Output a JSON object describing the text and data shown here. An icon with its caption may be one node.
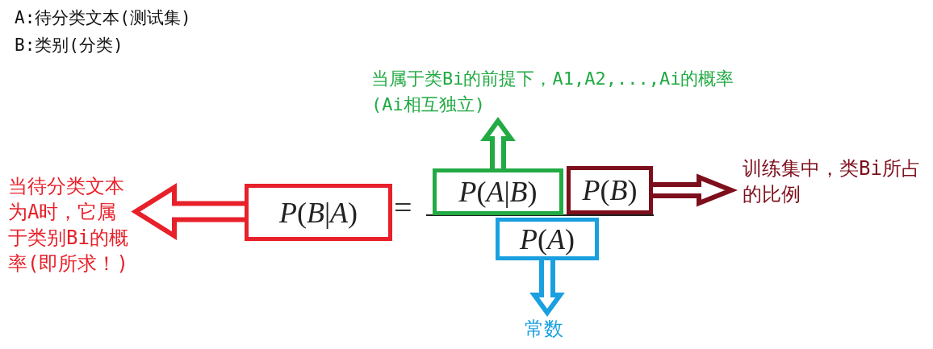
{
  "diagram": {
    "nodes": [
      {
        "text": [
          "*P*(*B*|*A*)"
        ]
      },
      {
        "text": [
          "当待分类文本为A时，它属于类别Bi的概率(即所求！)"
        ]
      },
      {
        "text": [
          "*P*(*A*|*B*)"
        ]
      },
      {
        "text": [
          "当属于类Bi的前提下，A1,A2,...,Ai的概率(Ai相互独立)"
        ]
      },
      {
        "text": [
          "*P*(*B*)"
        ]
      },
      {
        "text": [
          "训练集中，类Bi所占的比例"
        ]
      },
      {
        "text": [
          "*P*(*A*)"
        ]
      },
      {
        "text": [
          "常数"
        ]
      }
    ],
    "edges": [
      {
        "from": 0,
        "to": 1,
        "arrow": "to",
        "color": "#e8202a"
      },
      {
        "from": 2,
        "to": 3,
        "arrow": "to",
        "color": "#22aa44"
      },
      {
        "from": 4,
        "to": 5,
        "arrow": "to",
        "color": "#7d0f1c"
      },
      {
        "from": 6,
        "to": 7,
        "arrow": "to",
        "color": "#1aa0e0"
      }
    ],
    "labels": [
      "A:待分类文本(测试集)",
      "B:类别(分类)",
      "="
    ]
  }
}
